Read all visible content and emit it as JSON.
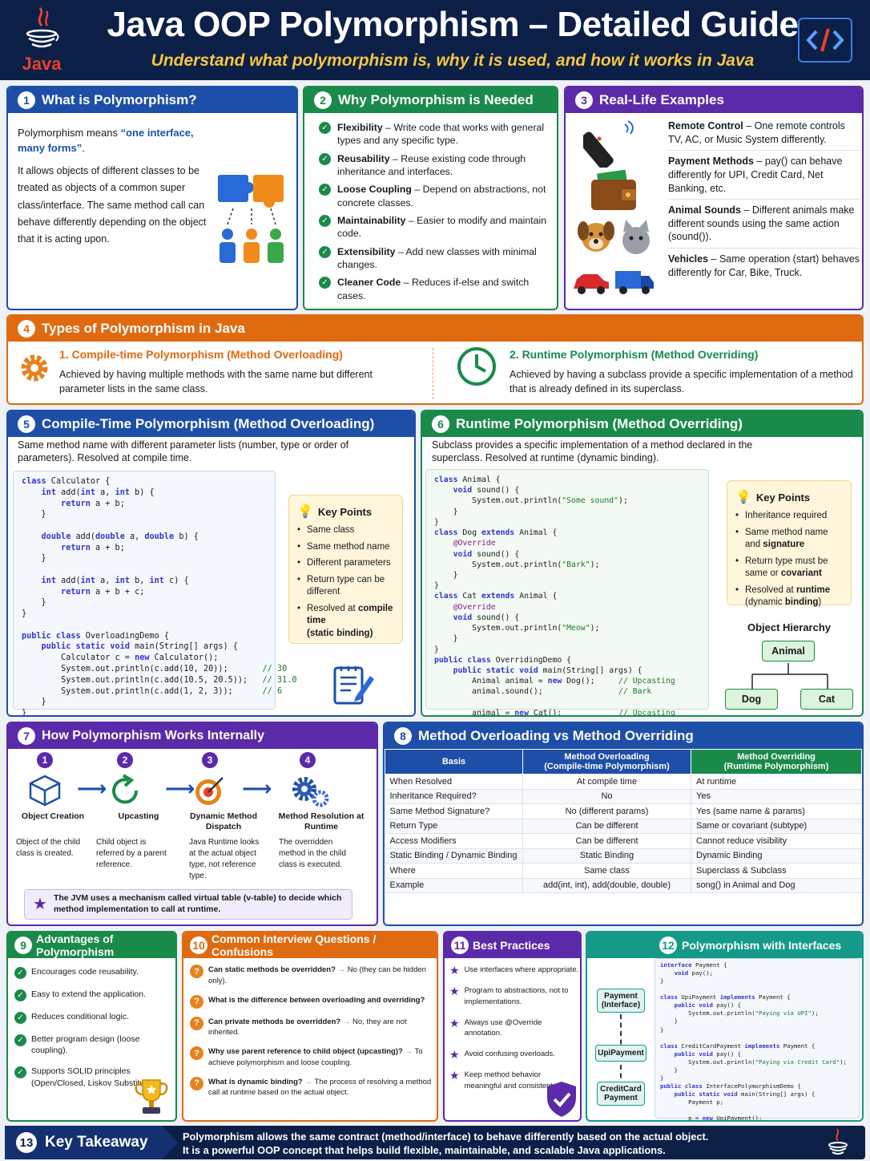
{
  "header": {
    "title": "Java OOP Polymorphism – Detailed Guide",
    "subtitle": "Understand what polymorphism is, why it is used, and how it works in Java",
    "logo_text": "Java",
    "logo_icon": "coffee-cup-icon",
    "code_icon": "code-brackets-icon"
  },
  "s1": {
    "num": "1",
    "title": "What is Polymorphism?",
    "intro": "Polymorphism means ",
    "quote": "“one interface, many forms”",
    "intro_end": ".",
    "body": "It allows objects of different classes to be treated as objects of a common super class/interface. The same method call can behave differently depending on the object that it is acting upon."
  },
  "s2": {
    "num": "2",
    "title": "Why Polymorphism is Needed",
    "items": [
      {
        "bold": "Flexibility",
        "text": " – Write code that works with general types and any specific type."
      },
      {
        "bold": "Reusability",
        "text": " – Reuse existing code through inheritance and interfaces."
      },
      {
        "bold": "Loose Coupling",
        "text": " – Depend on abstractions, not concrete classes."
      },
      {
        "bold": "Maintainability",
        "text": " – Easier to modify and maintain code."
      },
      {
        "bold": "Extensibility",
        "text": " – Add new classes with minimal changes."
      },
      {
        "bold": "Cleaner Code",
        "text": " – Reduces if-else and switch cases."
      }
    ]
  },
  "s3": {
    "num": "3",
    "title": "Real-Life Examples",
    "items": [
      {
        "bold": "Remote Control",
        "text": " – One remote controls TV, AC, or Music System differently."
      },
      {
        "bold": "Payment Methods",
        "text": " – pay() can behave differently for UPI, Credit Card, Net Banking, etc."
      },
      {
        "bold": "Animal Sounds",
        "text": " – Different animals make different sounds using the same action (sound())."
      },
      {
        "bold": "Vehicles",
        "text": " – Same operation (start) behaves differently for Car, Bike, Truck."
      }
    ]
  },
  "s4": {
    "num": "4",
    "title": "Types of Polymorphism in Java",
    "a_title": "1. Compile-time Polymorphism (Method Overloading)",
    "a_text": "Achieved by having multiple methods with the same name but different parameter lists in the same class.",
    "b_title": "2. Runtime Polymorphism (Method Overriding)",
    "b_text": "Achieved by having a subclass provide a specific implementation of a method that is already defined in its superclass."
  },
  "s5": {
    "num": "5",
    "title": "Compile-Time Polymorphism (Method Overloading)",
    "desc": "Same method name with different parameter lists (number, type or order of parameters). Resolved at compile time.",
    "kp_title": "Key Points",
    "kp": [
      "Same class",
      "Same method name",
      "Different parameters",
      "Return type can be different"
    ],
    "kp_last_a": "Resolved at ",
    "kp_last_b": "compile time",
    "kp_last_c": "(static binding)"
  },
  "s6": {
    "num": "6",
    "title": "Runtime Polymorphism (Method Overriding)",
    "desc": "Subclass provides a specific implementation of a method declared in the superclass.  Resolved at runtime (dynamic binding).",
    "kp_title": "Key Points",
    "kp1": "Inheritance required",
    "kp2a": "Same method name and ",
    "kp2b": "signature",
    "kp3a": "Return type must be same or ",
    "kp3b": "covariant",
    "kp4a": "Resolved at ",
    "kp4b": "runtime",
    "kp4c": " (dynamic ",
    "kp4d": "binding",
    "kp4e": ")",
    "hier_title": "Object Hierarchy",
    "hier_root": "Animal",
    "hier_left": "Dog",
    "hier_right": "Cat"
  },
  "s7": {
    "num": "7",
    "title": "How Polymorphism Works Internally",
    "steps": [
      {
        "n": "1",
        "title": "Object Creation",
        "text": "Object of the child class is created."
      },
      {
        "n": "2",
        "title": "Upcasting",
        "text": "Child object is referred by a parent reference."
      },
      {
        "n": "3",
        "title": "Dynamic Method Dispatch",
        "text": "Java Runtime looks at the actual object type, not reference type."
      },
      {
        "n": "4",
        "title": "Method Resolution at Runtime",
        "text": "The overridden method in the child class is executed."
      }
    ],
    "note": "The JVM uses a mechanism called virtual table (v-table) to decide which method implementation to call at runtime."
  },
  "s8": {
    "num": "8",
    "title": "Method Overloading vs Method Overriding",
    "h_basis": "Basis",
    "h_ol": "Method Overloading",
    "h_ol2": "(Compile-time Polymorphism)",
    "h_or": "Method Overriding",
    "h_or2": "(Runtime Polymorphism)",
    "rows": [
      [
        "When Resolved",
        "At compile time",
        "At runtime"
      ],
      [
        "Inheritance Required?",
        "No",
        "Yes"
      ],
      [
        "Same Method Signature?",
        "No (different params)",
        "Yes (same name & params)"
      ],
      [
        "Return Type",
        "Can be different",
        "Same or covariant (subtype)"
      ],
      [
        "Access Modifiers",
        "Can be different",
        "Cannot reduce visibility"
      ],
      [
        "Static Binding / Dynamic Binding",
        "Static Binding",
        "Dynamic Binding"
      ],
      [
        "Where",
        "Same class",
        "Superclass & Subclass"
      ],
      [
        "Example",
        "add(int, int), add(double, double)",
        "song() in Animal and Dog"
      ]
    ]
  },
  "s9": {
    "num": "9",
    "title": "Advantages of Polymorphism",
    "items": [
      "Encourages code reusability.",
      "Easy to extend the application.",
      "Reduces conditional logic.",
      "Better program design (loose coupling).",
      "Supports SOLID principles (Open/Closed, Liskov Substitution)."
    ]
  },
  "s10": {
    "num": "10",
    "title": "Common Interview Questions / Confusions",
    "items": [
      {
        "q": "Can static methods be overridden?",
        "a": "No (they can be hidden only)."
      },
      {
        "q": "What is the difference between overloading and overriding?",
        "a": ""
      },
      {
        "q": "Can private methods be overridden?",
        "a": "No, they are not inherited."
      },
      {
        "q": "Why use parent reference to child object (upcasting)?",
        "a": "To achieve polymorphism and loose coupling."
      },
      {
        "q": "What is dynamic binding?",
        "a": "The process of resolving a method call at runtime based on the actual object."
      }
    ]
  },
  "s11": {
    "num": "11",
    "title": "Best Practices",
    "items": [
      "Use interfaces where appropriate.",
      "Program to abstractions, not to implementations.",
      "Always use @Override annotation.",
      "Avoid confusing overloads.",
      "Keep method behavior meaningful and consistent."
    ]
  },
  "s12": {
    "num": "12",
    "title": "Polymorphism with Interfaces",
    "node1": "Payment (Interface)",
    "node2": "UpiPayment",
    "node3": "CreditCard Payment"
  },
  "s13": {
    "num": "13",
    "title": "Key Takeaway",
    "text1": "Polymorphism allows the same contract (method/interface) to behave differently based on the actual object.",
    "text2": "It is a powerful OOP concept that helps build flexible, maintainable, and scalable Java applications."
  }
}
